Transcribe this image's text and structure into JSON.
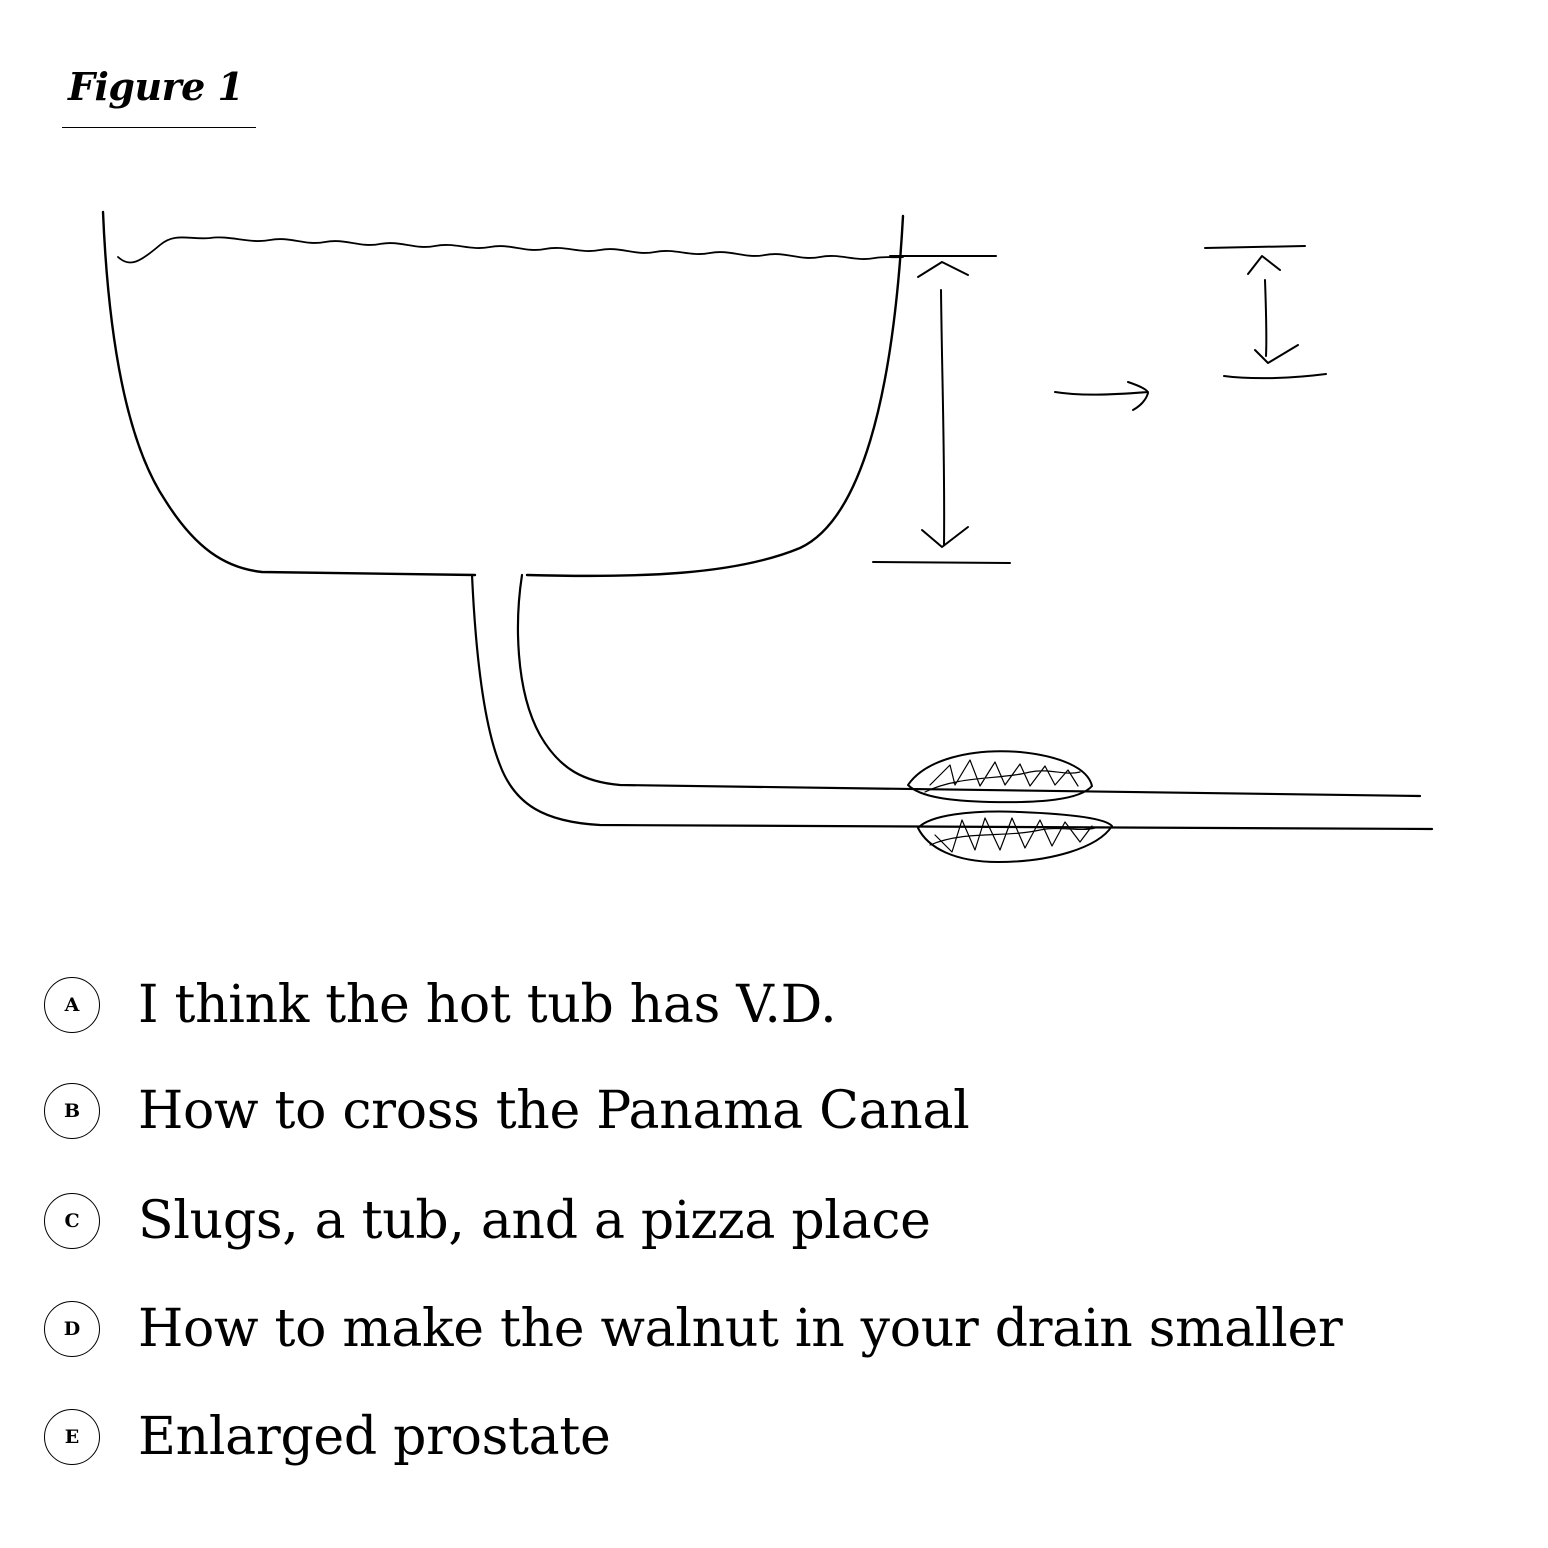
{
  "figure": {
    "title": "Figure 1"
  },
  "diagram": {
    "elements": [
      "tub-outline",
      "water-surface",
      "drain-pipe",
      "walnut-blockage",
      "water-level-arrow",
      "right-arrow",
      "small-level-arrow"
    ]
  },
  "options": [
    {
      "letter": "A",
      "text": "I think the hot tub has V.D."
    },
    {
      "letter": "B",
      "text": "How to cross the Panama Canal"
    },
    {
      "letter": "C",
      "text": "Slugs, a tub, and a pizza place"
    },
    {
      "letter": "D",
      "text": "How to make the walnut in your drain smaller"
    },
    {
      "letter": "E",
      "text": "Enlarged prostate"
    }
  ]
}
